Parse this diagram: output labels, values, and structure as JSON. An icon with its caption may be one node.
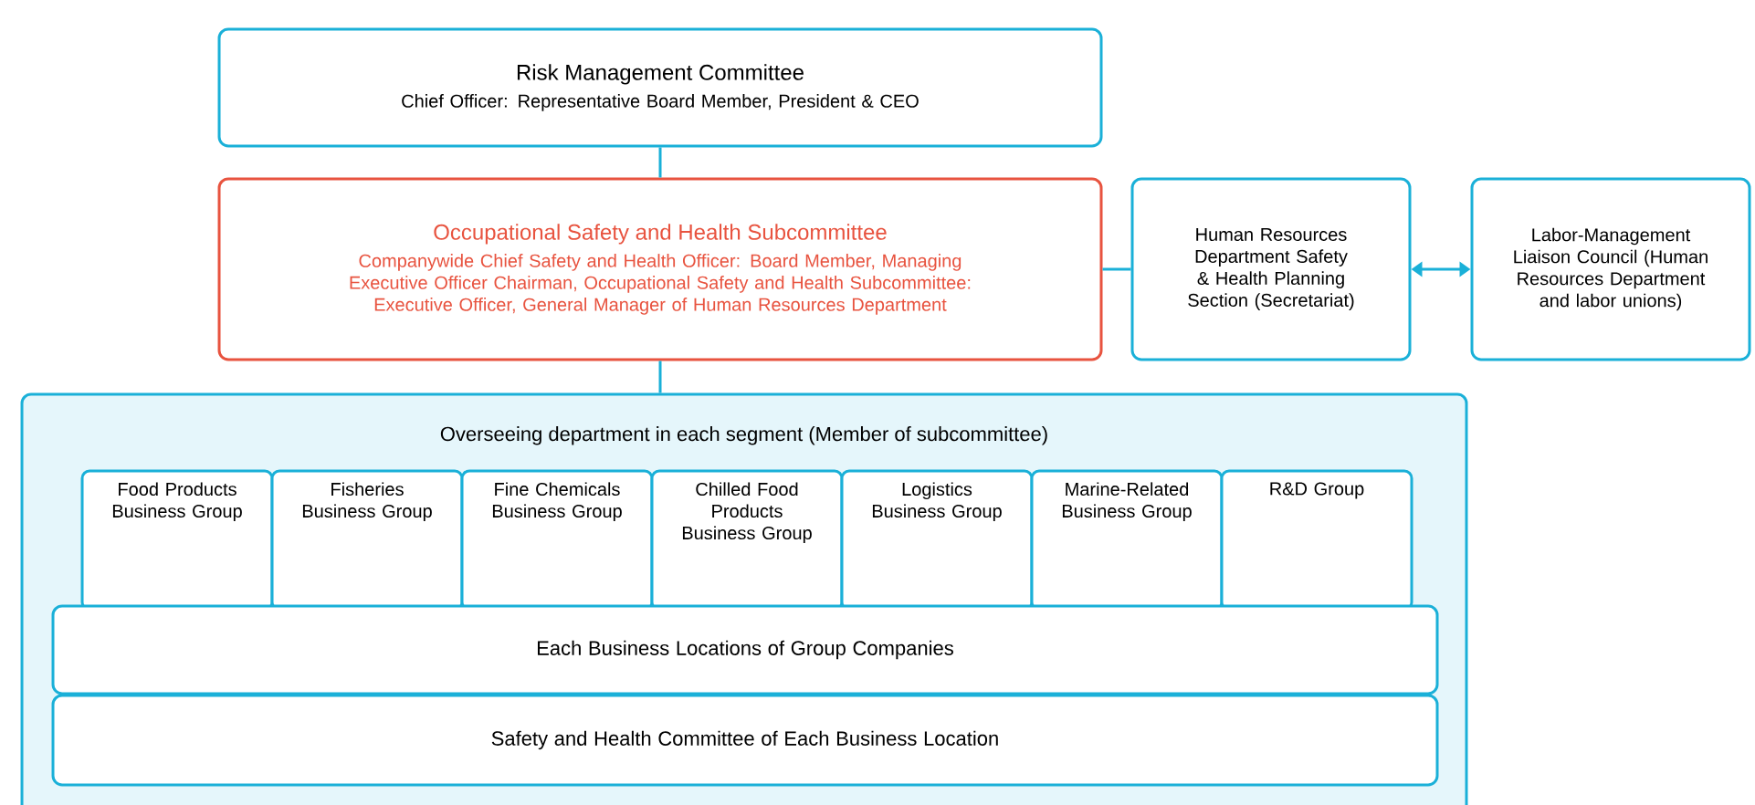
{
  "diagram": {
    "nodes": [
      {
        "text": [
          "Risk Management Committee",
          "Chief Officer: Representative Board Member, President & CEO"
        ]
      },
      {
        "text": [
          "Occupational Safety and Health Subcommittee",
          "Companywide Chief Safety and Health Officer: Board Member, Managing Executive Officer Chairman, Occupational Safety and Health Subcommittee: Executive Officer, General Manager of Human Resources Department"
        ]
      },
      {
        "text": [
          "Human Resources Department Safety & Health Planning Section (Secretariat)"
        ]
      },
      {
        "text": [
          "Labor-Management Liaison Council (Human Resources Department and labor unions)"
        ]
      },
      {
        "text": [
          "Overseeing department in each segment (Member of subcommittee)"
        ]
      },
      {
        "text": [
          "Food Products Business Group"
        ],
        "in": 4
      },
      {
        "text": [
          "Fisheries Business Group"
        ],
        "in": 4
      },
      {
        "text": [
          "Fine Chemicals Business Group"
        ],
        "in": 4
      },
      {
        "text": [
          "Chilled Food Products Business Group"
        ],
        "in": 4
      },
      {
        "text": [
          "Logistics Business Group"
        ],
        "in": 4
      },
      {
        "text": [
          "Marine-Related Business Group"
        ],
        "in": 4
      },
      {
        "text": [
          "R&D Group"
        ],
        "in": 4
      },
      {
        "text": [
          "Each Business Locations of Group Companies"
        ],
        "in": 4
      },
      {
        "text": [
          "Safety and Health Committee of Each Business Location"
        ],
        "in": 4
      }
    ],
    "edges": [
      {
        "from": 0,
        "to": 1,
        "arrow": "none"
      },
      {
        "from": 1,
        "to": 2,
        "arrow": "none"
      },
      {
        "from": 2,
        "to": 3,
        "arrow": "both"
      },
      {
        "from": 1,
        "to": 4,
        "arrow": "none"
      }
    ]
  }
}
